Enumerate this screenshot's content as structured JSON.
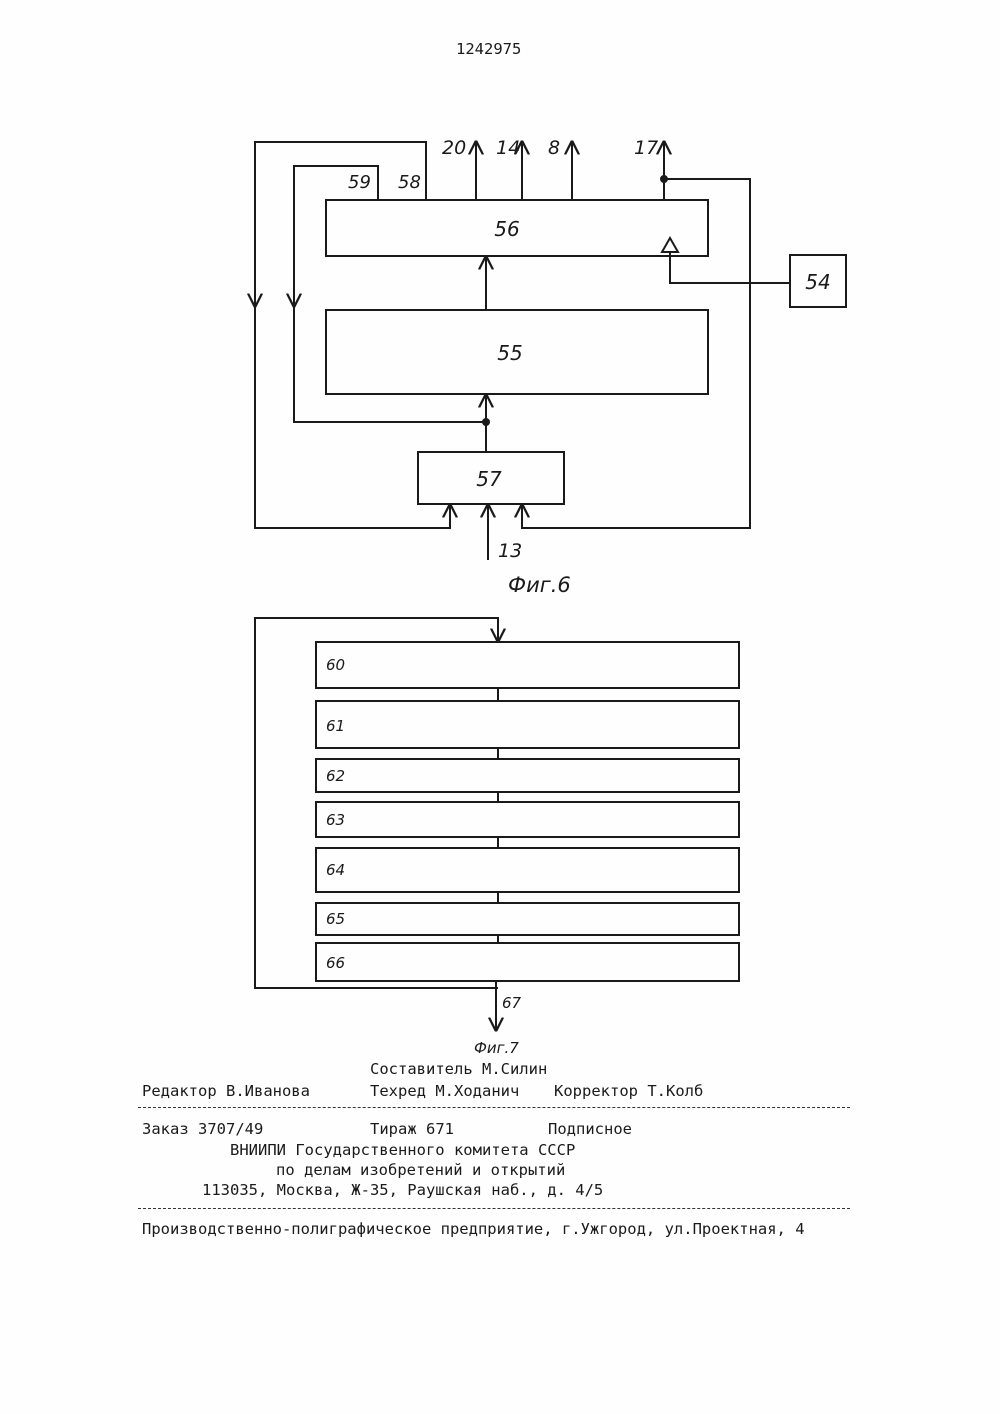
{
  "page_number": "1242975",
  "fig6": {
    "caption": "Фиг.6",
    "blocks": {
      "b56": "56",
      "b55": "55",
      "b57": "57",
      "b54": "54"
    },
    "ports": {
      "p59": "59",
      "p58": "58"
    },
    "outputs": {
      "o20": "20",
      "o14": "14",
      "o8": "8",
      "o17": "17"
    },
    "input": "13"
  },
  "fig7": {
    "caption": "Фиг.7",
    "rows": [
      "60",
      "61",
      "62",
      "63",
      "64",
      "65",
      "66"
    ],
    "output": "67"
  },
  "footer": {
    "compiler": "Составитель М.Силин",
    "editor": "Редактор В.Иванова",
    "techred": "Техред М.Ходанич",
    "corrector": "Корректор Т.Колб",
    "order": "Заказ 3707/49",
    "circulation": "Тираж 671",
    "subscription": "Подписное",
    "org1": "ВНИИПИ Государственного комитета СССР",
    "org2": "по делам изобретений и открытий",
    "address": "113035, Москва, Ж-35, Раушская наб., д. 4/5",
    "printer": "Производственно-полиграфическое предприятие, г.Ужгород, ул.Проектная, 4"
  }
}
